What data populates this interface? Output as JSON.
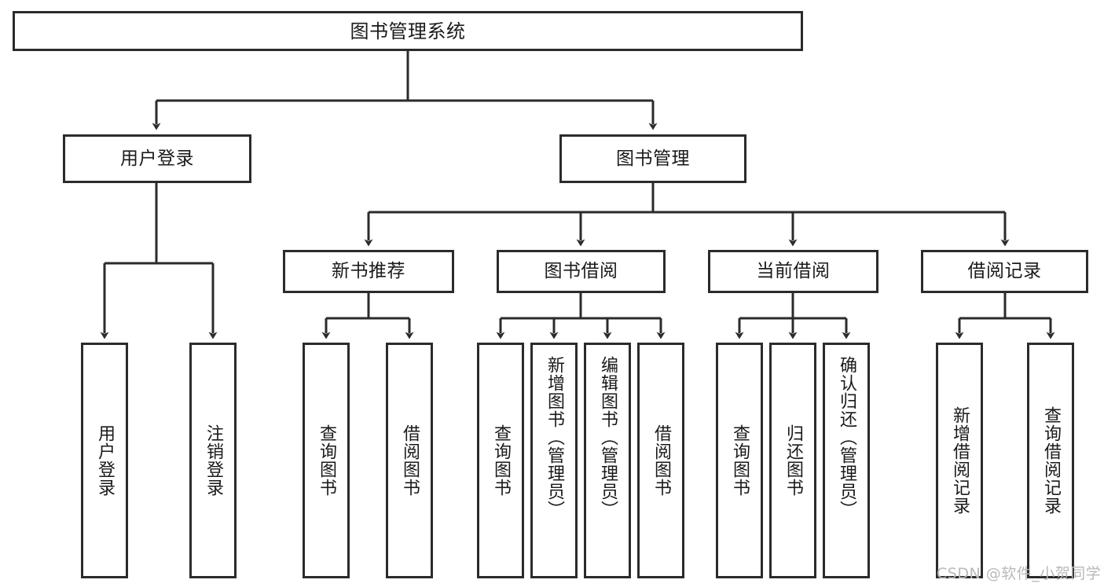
{
  "diagram": {
    "type": "tree",
    "title": "图书管理系统",
    "watermark": "CSDN @软件_小贺同学",
    "colors": {
      "stroke": "#2b2b2b",
      "fill": "#ffffff",
      "text": "#1a1a1a",
      "watermark": "#b9b9b9"
    },
    "nodes": {
      "root": {
        "label": "图书管理系统"
      },
      "level2": [
        {
          "id": "user-login",
          "label": "用户登录"
        },
        {
          "id": "book-manage",
          "label": "图书管理"
        }
      ],
      "level3": [
        {
          "id": "new-book-recommend",
          "label": "新书推荐"
        },
        {
          "id": "book-borrow",
          "label": "图书借阅"
        },
        {
          "id": "current-borrow",
          "label": "当前借阅"
        },
        {
          "id": "borrow-record",
          "label": "借阅记录"
        }
      ],
      "leaves": {
        "user-login": [
          {
            "id": "leaf-user-login",
            "label": "用户登录"
          },
          {
            "id": "leaf-logout-login",
            "label": "注销登录"
          }
        ],
        "new-book-recommend": [
          {
            "id": "leaf-query-book-1",
            "label": "查询图书"
          },
          {
            "id": "leaf-borrow-book-1",
            "label": "借阅图书"
          }
        ],
        "book-borrow": [
          {
            "id": "leaf-query-book-2",
            "label": "查询图书"
          },
          {
            "id": "leaf-add-book",
            "label": "新增图书（管理员）"
          },
          {
            "id": "leaf-edit-book",
            "label": "编辑图书（管理员）"
          },
          {
            "id": "leaf-borrow-book-2",
            "label": "借阅图书"
          }
        ],
        "current-borrow": [
          {
            "id": "leaf-query-book-3",
            "label": "查询图书"
          },
          {
            "id": "leaf-return-book",
            "label": "归还图书"
          },
          {
            "id": "leaf-confirm-return",
            "label": "确认归还（管理员）"
          }
        ],
        "borrow-record": [
          {
            "id": "leaf-add-record",
            "label": "新增借阅记录"
          },
          {
            "id": "leaf-query-record",
            "label": "查询借阅记录"
          }
        ]
      }
    }
  }
}
